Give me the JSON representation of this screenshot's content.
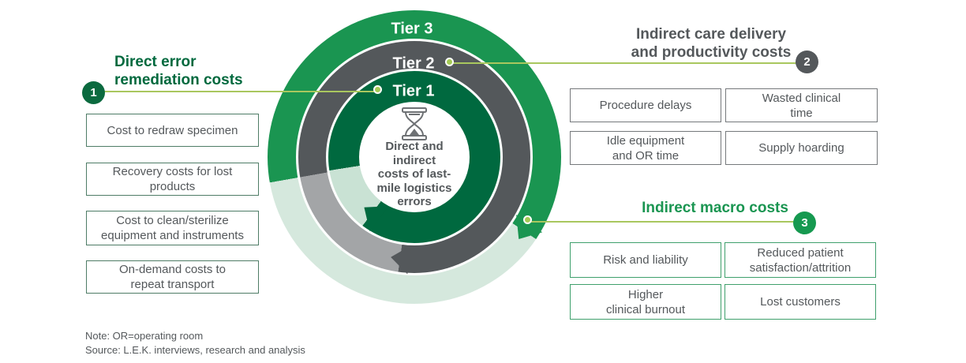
{
  "palette": {
    "green": "#1a9551",
    "dark_green": "#00693f",
    "dark_gray": "#54585b",
    "light_gray": "#a3a5a7",
    "pale_mint": "#d5e8dd",
    "pale_green": "#c9e2d4",
    "connector_line": "#a9c75e",
    "connector_dot": "#a4ca55"
  },
  "rings": {
    "tier3_label": "Tier 3",
    "tier2_label": "Tier 2",
    "tier1_label": "Tier 1",
    "core_icon": "hourglass-icon",
    "core_text": "Direct and\nindirect\ncosts of last-\nmile logistics\nerrors"
  },
  "groups": [
    {
      "number": "1",
      "title": "Direct error\nremediation costs",
      "items": [
        "Cost to redraw specimen",
        "Recovery costs for lost\nproducts",
        "Cost to clean/sterilize\nequipment and instruments",
        "On-demand costs to\nrepeat transport"
      ]
    },
    {
      "number": "2",
      "title": "Indirect care delivery\nand productivity costs",
      "items": [
        "Procedure delays",
        "Wasted clinical\ntime",
        "Idle equipment\nand OR time",
        "Supply hoarding"
      ]
    },
    {
      "number": "3",
      "title": "Indirect macro costs",
      "items": [
        "Risk and liability",
        "Reduced patient\nsatisfaction/attrition",
        "Higher\nclinical burnout",
        "Lost customers"
      ]
    }
  ],
  "footer": {
    "note": "Note: OR=operating room",
    "source": "Source: L.E.K. interviews, research and analysis"
  }
}
